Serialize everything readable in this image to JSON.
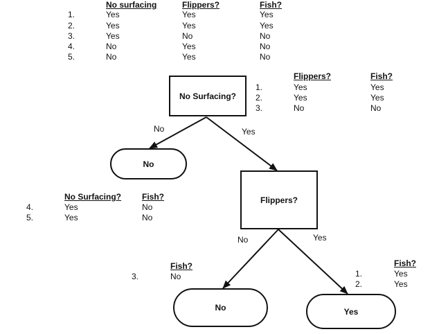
{
  "tables": {
    "top": {
      "headers": [
        "No surfacing",
        "Flippers?",
        "Fish?"
      ],
      "rows": [
        {
          "n": "1.",
          "cells": [
            "Yes",
            "Yes",
            "Yes"
          ]
        },
        {
          "n": "2.",
          "cells": [
            "Yes",
            "Yes",
            "Yes"
          ]
        },
        {
          "n": "3.",
          "cells": [
            "Yes",
            "No",
            "No"
          ]
        },
        {
          "n": "4.",
          "cells": [
            "No",
            "Yes",
            "No"
          ]
        },
        {
          "n": "5.",
          "cells": [
            "No",
            "Yes",
            "No"
          ]
        }
      ]
    },
    "right": {
      "headers": [
        "Flippers?",
        "Fish?"
      ],
      "rows": [
        {
          "n": "1.",
          "cells": [
            "Yes",
            "Yes"
          ]
        },
        {
          "n": "2.",
          "cells": [
            "Yes",
            "Yes"
          ]
        },
        {
          "n": "3.",
          "cells": [
            "No",
            "No"
          ]
        }
      ]
    },
    "left": {
      "headers": [
        "No Surfacing?",
        "Fish?"
      ],
      "rows": [
        {
          "n": "4.",
          "cells": [
            "Yes",
            "No"
          ]
        },
        {
          "n": "5.",
          "cells": [
            "Yes",
            "No"
          ]
        }
      ]
    },
    "fish_no": {
      "headers": [
        "Fish?"
      ],
      "rows": [
        {
          "n": "3.",
          "cells": [
            "No"
          ]
        }
      ]
    },
    "fish_yes": {
      "headers": [
        "Fish?"
      ],
      "rows": [
        {
          "n": "1.",
          "cells": [
            "Yes"
          ]
        },
        {
          "n": "2.",
          "cells": [
            "Yes"
          ]
        }
      ]
    }
  },
  "nodes": {
    "root": "No Surfacing?",
    "leaf_no_1": "No",
    "flippers": "Flippers?",
    "leaf_no_2": "No",
    "leaf_yes": "Yes"
  },
  "edges": {
    "root_no": "No",
    "root_yes": "Yes",
    "flip_no": "No",
    "flip_yes": "Yes"
  }
}
